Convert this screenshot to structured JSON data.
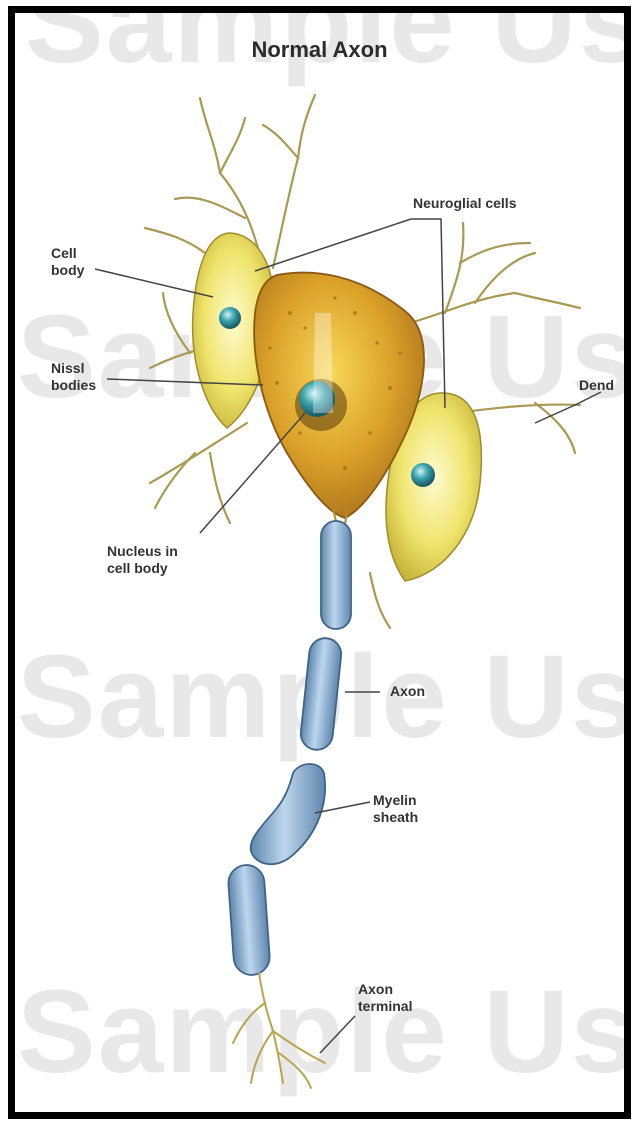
{
  "title": "Normal Axon",
  "watermark": "Sample Use",
  "labels": {
    "neuroglial_cells": "Neuroglial cells",
    "cell_body": "Cell\nbody",
    "nissl_bodies": "Nissl\nbodies",
    "dendrites": "Dend",
    "nucleus": "Nucleus in\ncell body",
    "axon": "Axon",
    "myelin_sheath": "Myelin\nsheath",
    "axon_terminal": "Axon\nterminal"
  },
  "colors": {
    "cell_body_fill": "#d9a326",
    "glial_fill": "#eee36a",
    "myelin_fill": "#8fb4d8",
    "nucleus": "#2f8e9c",
    "leader_line": "#444444",
    "frame": "#000000"
  }
}
